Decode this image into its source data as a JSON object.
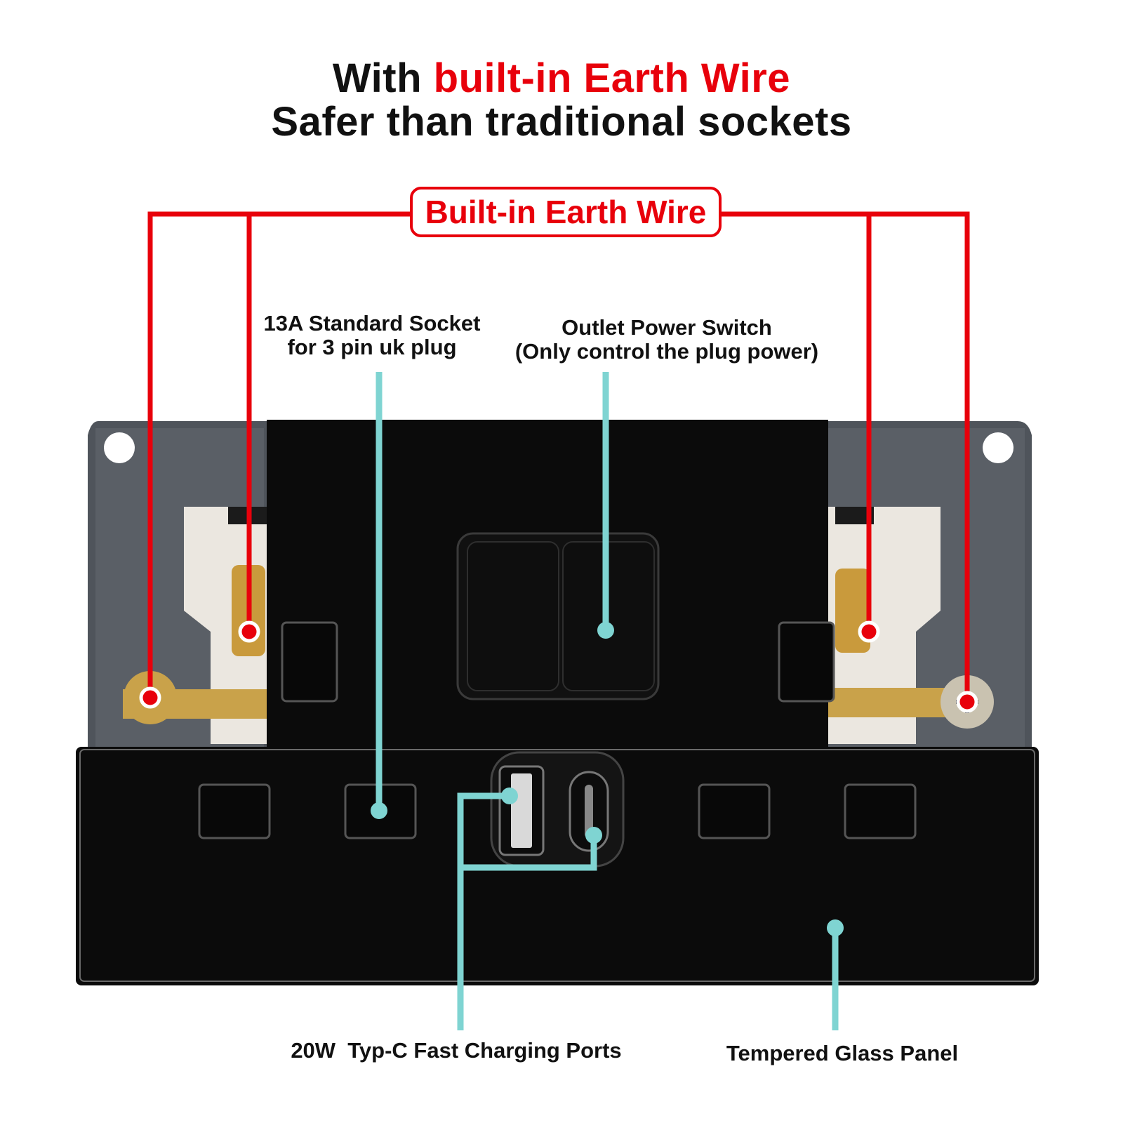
{
  "headline": {
    "line1_prefix": "With ",
    "line1_highlight": "built-in Earth Wire",
    "line2": "Safer than traditional sockets"
  },
  "callouts": {
    "earth_wire": "Built-in Earth Wire",
    "socket_line1": "13A Standard Socket",
    "socket_line2": "for 3 pin uk plug",
    "switch_line1": "Outlet Power Switch",
    "switch_line2": "(Only control the plug power)",
    "usb_ports": "20W  Typ-C Fast Charging Ports",
    "glass_panel": "Tempered Glass Panel"
  },
  "colors": {
    "earth_callout": "#e8000b",
    "feature_callout": "#7fd4d2",
    "panel": "#0a0a0a",
    "frame": "#5a5f66"
  }
}
